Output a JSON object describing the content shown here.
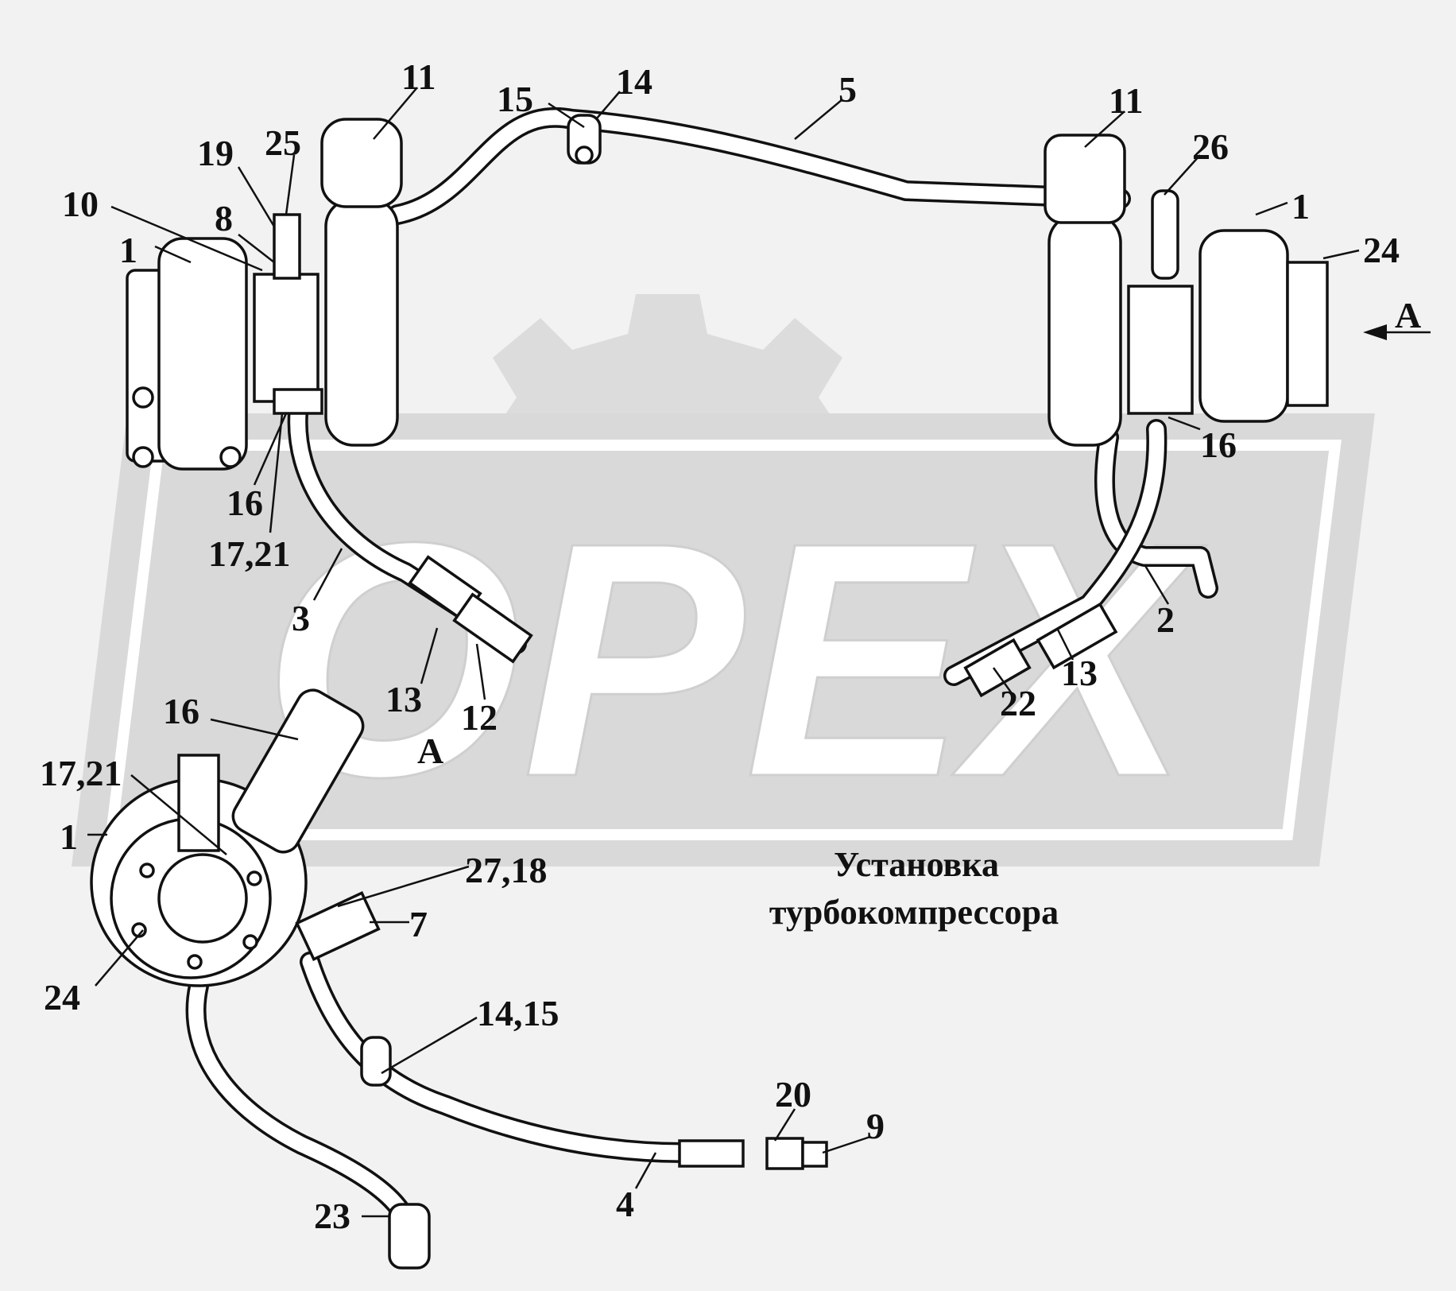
{
  "caption": {
    "line1": "Установка",
    "line2": "турбокомпрессора"
  },
  "watermark": {
    "text": "OPEX",
    "color": "#d6d6d6"
  },
  "view_marker": {
    "arrow_label": "A",
    "view_label": "A"
  },
  "callouts": [
    {
      "id": "c1",
      "text": "11"
    },
    {
      "id": "c2",
      "text": "15"
    },
    {
      "id": "c3",
      "text": "14"
    },
    {
      "id": "c4",
      "text": "5"
    },
    {
      "id": "c5",
      "text": "11"
    },
    {
      "id": "c6",
      "text": "19"
    },
    {
      "id": "c7",
      "text": "25"
    },
    {
      "id": "c8",
      "text": "26"
    },
    {
      "id": "c9",
      "text": "10"
    },
    {
      "id": "c10",
      "text": "8"
    },
    {
      "id": "c11",
      "text": "1"
    },
    {
      "id": "c12",
      "text": "1"
    },
    {
      "id": "c13",
      "text": "24"
    },
    {
      "id": "c14",
      "text": "16"
    },
    {
      "id": "c15",
      "text": "16"
    },
    {
      "id": "c16",
      "text": "17,21"
    },
    {
      "id": "c17",
      "text": "3"
    },
    {
      "id": "c18",
      "text": "2"
    },
    {
      "id": "c19",
      "text": "13"
    },
    {
      "id": "c20",
      "text": "13"
    },
    {
      "id": "c21",
      "text": "12"
    },
    {
      "id": "c22",
      "text": "22"
    },
    {
      "id": "c23",
      "text": "16"
    },
    {
      "id": "c24",
      "text": "17,21"
    },
    {
      "id": "c25",
      "text": "1"
    },
    {
      "id": "c26",
      "text": "27,18"
    },
    {
      "id": "c27",
      "text": "7"
    },
    {
      "id": "c28",
      "text": "24"
    },
    {
      "id": "c29",
      "text": "14,15"
    },
    {
      "id": "c30",
      "text": "20"
    },
    {
      "id": "c31",
      "text": "9"
    },
    {
      "id": "c32",
      "text": "23"
    },
    {
      "id": "c33",
      "text": "4"
    }
  ]
}
